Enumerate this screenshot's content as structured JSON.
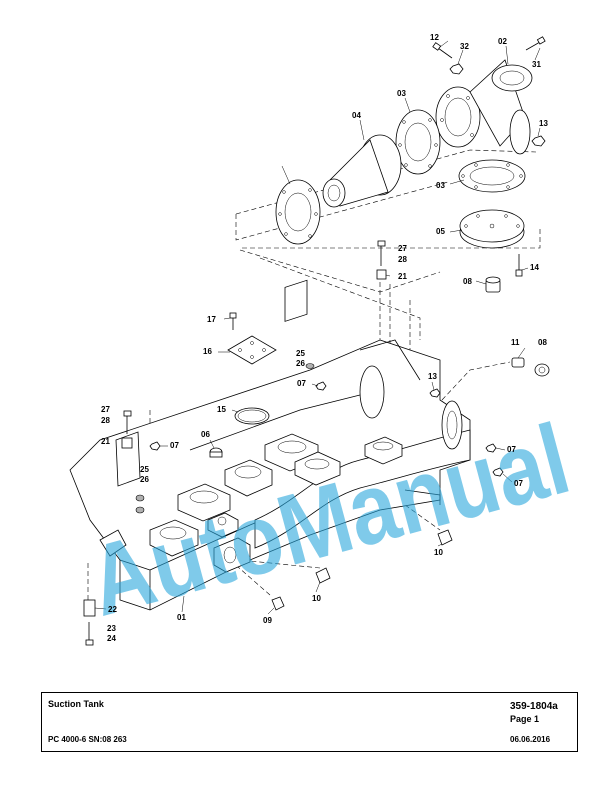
{
  "watermark": "AutoManual",
  "title_block": {
    "title": "Suction Tank",
    "doc_number": "359-1804a",
    "page": "Page 1",
    "model": "PC 4000-6 SN:08 263",
    "date": "06.06.2016"
  },
  "callouts": [
    "12",
    "32",
    "02",
    "31",
    "03",
    "04",
    "13",
    "03",
    "05",
    "14",
    "27",
    "28",
    "21",
    "08",
    "17",
    "16",
    "25",
    "26",
    "07",
    "13",
    "11",
    "08",
    "27",
    "28",
    "15",
    "06",
    "21",
    "07",
    "25",
    "26",
    "07",
    "07",
    "10",
    "10",
    "22",
    "23",
    "24",
    "01",
    "09"
  ]
}
